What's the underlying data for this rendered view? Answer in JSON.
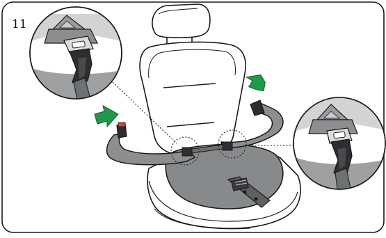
{
  "step": {
    "number": "11"
  },
  "colors": {
    "arrow": "#1e9a4c",
    "belt": "#8d8e90",
    "cushion": "#88898b",
    "strap": "#5f6062",
    "buckle": "#2e2e30",
    "clip_release": "#d8442c",
    "outline": "#1a1a1a",
    "background": "#ffffff",
    "border": "#1a1a1a"
  },
  "icons": {
    "arrow_left": "green-arrow-pointing-right",
    "arrow_right": "green-arrow-pointing-left",
    "detail_left": "magnified-lap-belt-clip-left",
    "detail_right": "magnified-lap-belt-clip-right"
  }
}
